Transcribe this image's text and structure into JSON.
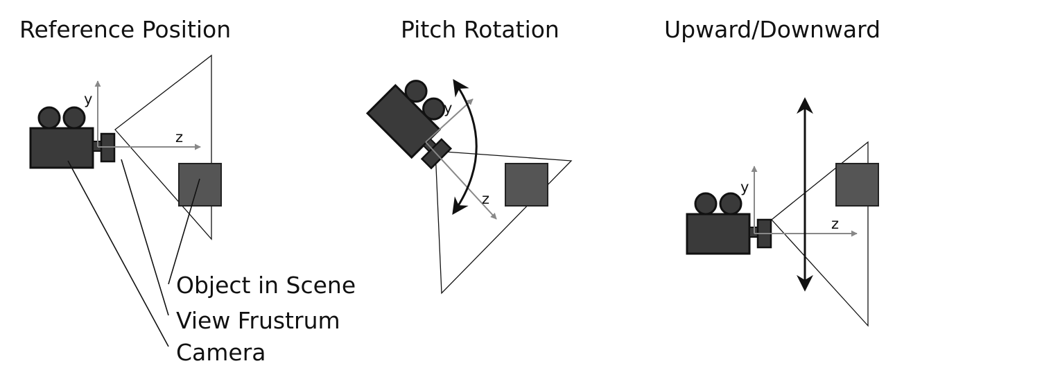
{
  "panels": [
    {
      "title": "Reference Position",
      "axes": {
        "y": "y",
        "z": "z"
      },
      "labels": [
        "Object in Scene",
        "View Frustrum",
        "Camera"
      ]
    },
    {
      "title": "Pitch Rotation",
      "axes": {
        "y": "y",
        "z": "z"
      }
    },
    {
      "title": "Upward/Downward",
      "axes": {
        "y": "y",
        "z": "z"
      }
    }
  ],
  "colors": {
    "camera_fill": "#3a3a3a",
    "object_fill": "#555555",
    "axis": "#888888",
    "line": "#111111"
  },
  "icons": [
    "camera-icon",
    "view-frustum",
    "scene-object",
    "rotation-arrow-icon",
    "vertical-arrow-icon"
  ]
}
